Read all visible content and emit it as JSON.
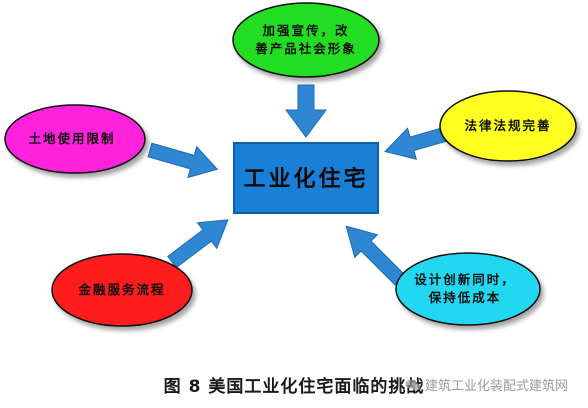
{
  "diagram": {
    "center": {
      "label": "工业化住宅",
      "fill": "#1a7fd6",
      "border": "#0c5ea8"
    },
    "bubbles": [
      {
        "id": "top",
        "lines": [
          "加强宣传，改",
          "善产品社会形象"
        ],
        "fill": "#22dd22"
      },
      {
        "id": "left",
        "lines": [
          "土地使用限制"
        ],
        "fill": "#ff22dd"
      },
      {
        "id": "right",
        "lines": [
          "法律法规完善"
        ],
        "fill": "#ffff22"
      },
      {
        "id": "bottom-left",
        "lines": [
          "金融服务流程"
        ],
        "fill": "#ff1a1a"
      },
      {
        "id": "bottom-right",
        "lines": [
          "设计创新同时，",
          "保持低成本"
        ],
        "fill": "#22d8f0"
      }
    ],
    "arrow_color": "#2f86d2"
  },
  "caption": "图 8  美国工业化住宅面临的挑战",
  "watermark": "建筑工业化装配式建筑网"
}
